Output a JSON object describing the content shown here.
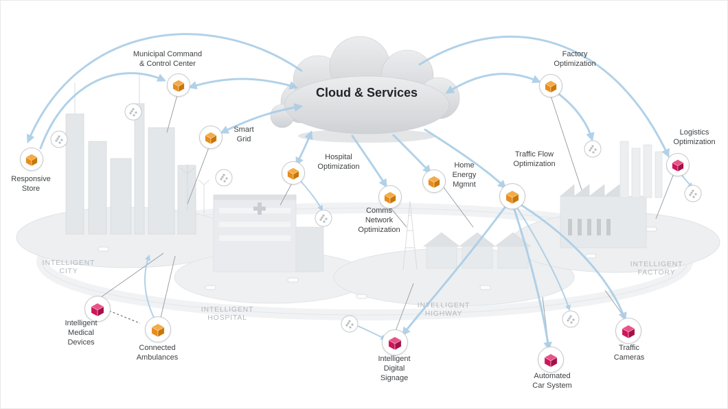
{
  "cloud": {
    "label": "Cloud & Services"
  },
  "colors": {
    "gateway_cube": "#E78C1D",
    "device_cube": "#D0145A",
    "arrow": "#A9CDE6",
    "cloud_fill": "#D7D9DC",
    "label_text": "#3C3F42",
    "area_text": "#B3B7BB"
  },
  "areas": [
    {
      "label": "INTELLIGENT\nCITY"
    },
    {
      "label": "INTELLIGENT\nHOSPITAL"
    },
    {
      "label": "INTELLIGENT\nHIGHWAY"
    },
    {
      "label": "INTELLIGENT\nFACTORY"
    }
  ],
  "nodes": [
    {
      "id": "municipal-command",
      "label": "Municipal Command\n& Control Center",
      "type": "gateway"
    },
    {
      "id": "smart-grid",
      "label": "Smart\nGrid",
      "type": "gateway"
    },
    {
      "id": "responsive-store",
      "label": "Responsive\nStore",
      "type": "gateway"
    },
    {
      "id": "hospital-optimization",
      "label": "Hospital\nOptimization",
      "type": "gateway"
    },
    {
      "id": "comms-network-optimization",
      "label": "Comms\nNetwork\nOptimization",
      "type": "gateway"
    },
    {
      "id": "home-energy-mgmnt",
      "label": "Home\nEnergy\nMgmnt",
      "type": "gateway"
    },
    {
      "id": "traffic-flow-optimization",
      "label": "Traffic Flow\nOptimization",
      "type": "gateway"
    },
    {
      "id": "factory-optimization",
      "label": "Factory\nOptimization",
      "type": "gateway"
    },
    {
      "id": "logistics-optimization",
      "label": "Logistics\nOptimization",
      "type": "device"
    },
    {
      "id": "intelligent-medical-devices",
      "label": "Intelligent\nMedical\nDevices",
      "type": "device"
    },
    {
      "id": "connected-ambulances",
      "label": "Connected\nAmbulances",
      "type": "gateway"
    },
    {
      "id": "intelligent-digital-signage",
      "label": "Intelligent\nDigital\nSignage",
      "type": "device"
    },
    {
      "id": "automated-car-system",
      "label": "Automated\nCar System",
      "type": "device"
    },
    {
      "id": "traffic-cameras",
      "label": "Traffic\nCameras",
      "type": "device"
    }
  ]
}
